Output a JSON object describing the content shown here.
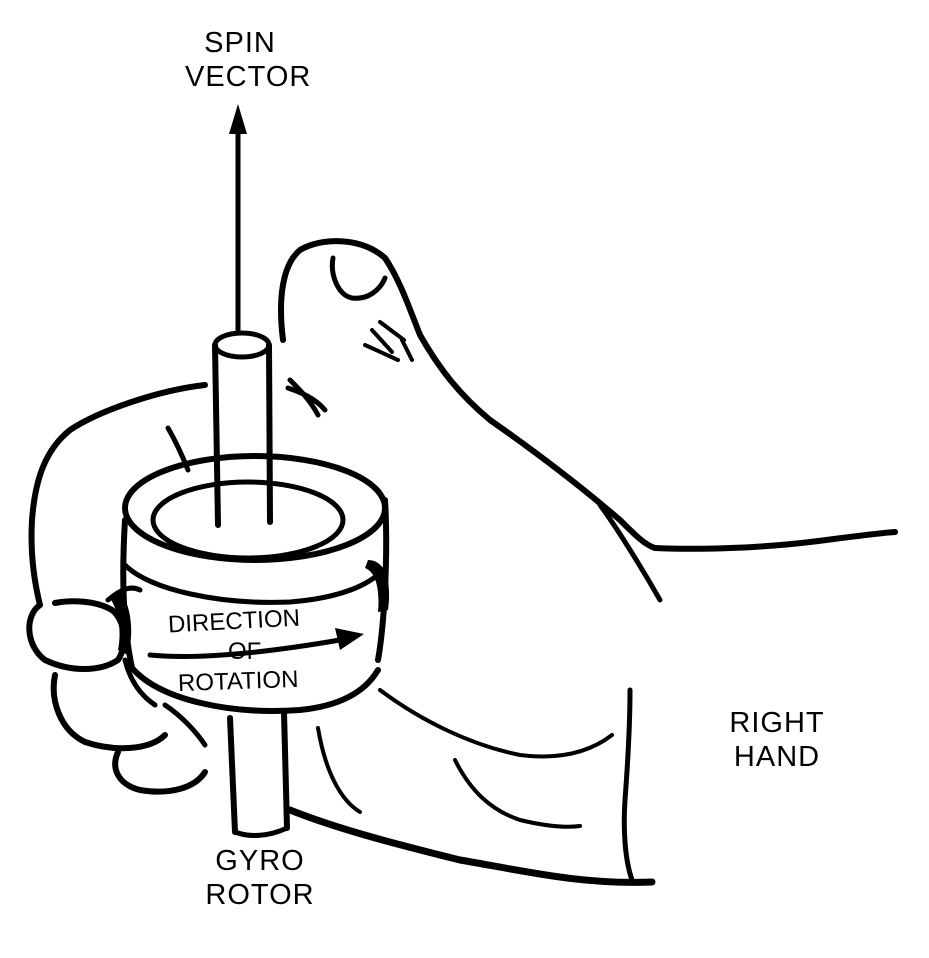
{
  "labels": {
    "spin_vector": [
      "SPIN",
      "VECTOR"
    ],
    "direction_of_rotation": [
      "DIRECTION",
      "OF",
      "ROTATION"
    ],
    "right_hand": [
      "RIGHT",
      "HAND"
    ],
    "gyro_rotor": [
      "GYRO",
      "ROTOR"
    ]
  },
  "colors": {
    "ink": "#000000",
    "background": "#ffffff"
  }
}
